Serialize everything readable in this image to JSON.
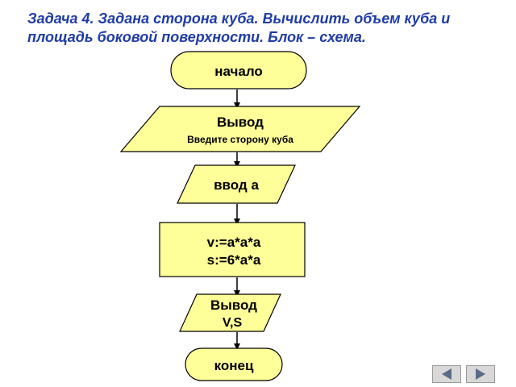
{
  "title": "Задача 4. Задана сторона куба. Вычислить объем куба и площадь боковой поверхности. Блок – схема.",
  "flowchart": {
    "start": "начало",
    "output1": {
      "line1": "Вывод",
      "line2": "Введите сторону куба"
    },
    "input": "ввод а",
    "process": {
      "line1": "v:=a*a*a",
      "line2": "s:=6*a*a"
    },
    "output2": {
      "line1": "Вывод",
      "line2": "V,S"
    },
    "end": "конец"
  },
  "colors": {
    "block_fill": "#ffff99",
    "border": "#000000",
    "title": "#1f3ca8",
    "nav_button": "#d8d8d8"
  },
  "navigation": {
    "prev_icon": "triangle-left-icon",
    "next_icon": "triangle-right-icon"
  }
}
